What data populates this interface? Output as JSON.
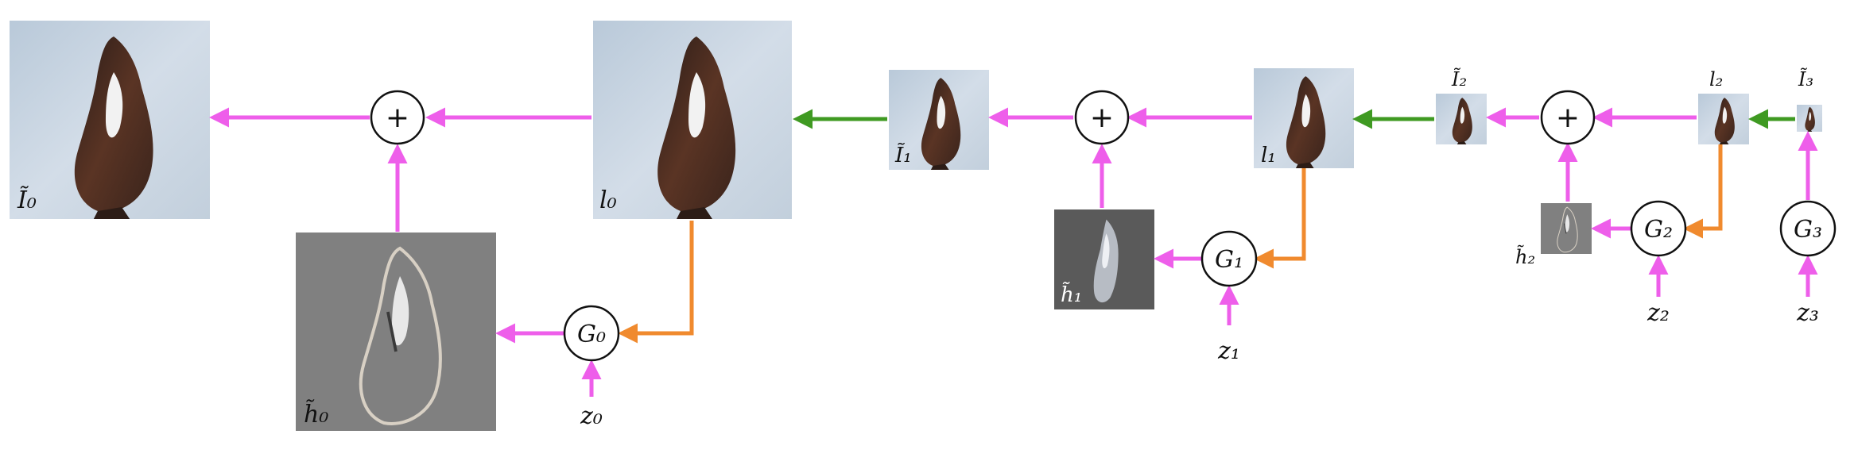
{
  "colors": {
    "pink_arrow": "#ee5eea",
    "green_arrow": "#3f9a22",
    "orange_arrow": "#f08a2e",
    "image_background": "#c9d6e3",
    "residual_background": "#808080",
    "subject_dark": "#4a2a1e"
  },
  "symbols": {
    "plus": "+"
  },
  "labels": {
    "I0": "Ĩ₀",
    "I1": "Ĩ₁",
    "I2": "Ĩ₂",
    "I3": "Ĩ₃",
    "l0": "l₀",
    "l1": "l₁",
    "l2": "l₂",
    "h0": "h̃₀",
    "h1": "h̃₁",
    "h2": "h̃₂",
    "G0": "G₀",
    "G1": "G₁",
    "G2": "G₂",
    "G3": "G₃",
    "z0": "z₀",
    "z1": "z₁",
    "z2": "z₂",
    "z3": "z₃"
  },
  "icons": {
    "image_thumbnail": "photo-of-bird-icon",
    "residual_thumbnail": "residual-edge-map-icon"
  }
}
